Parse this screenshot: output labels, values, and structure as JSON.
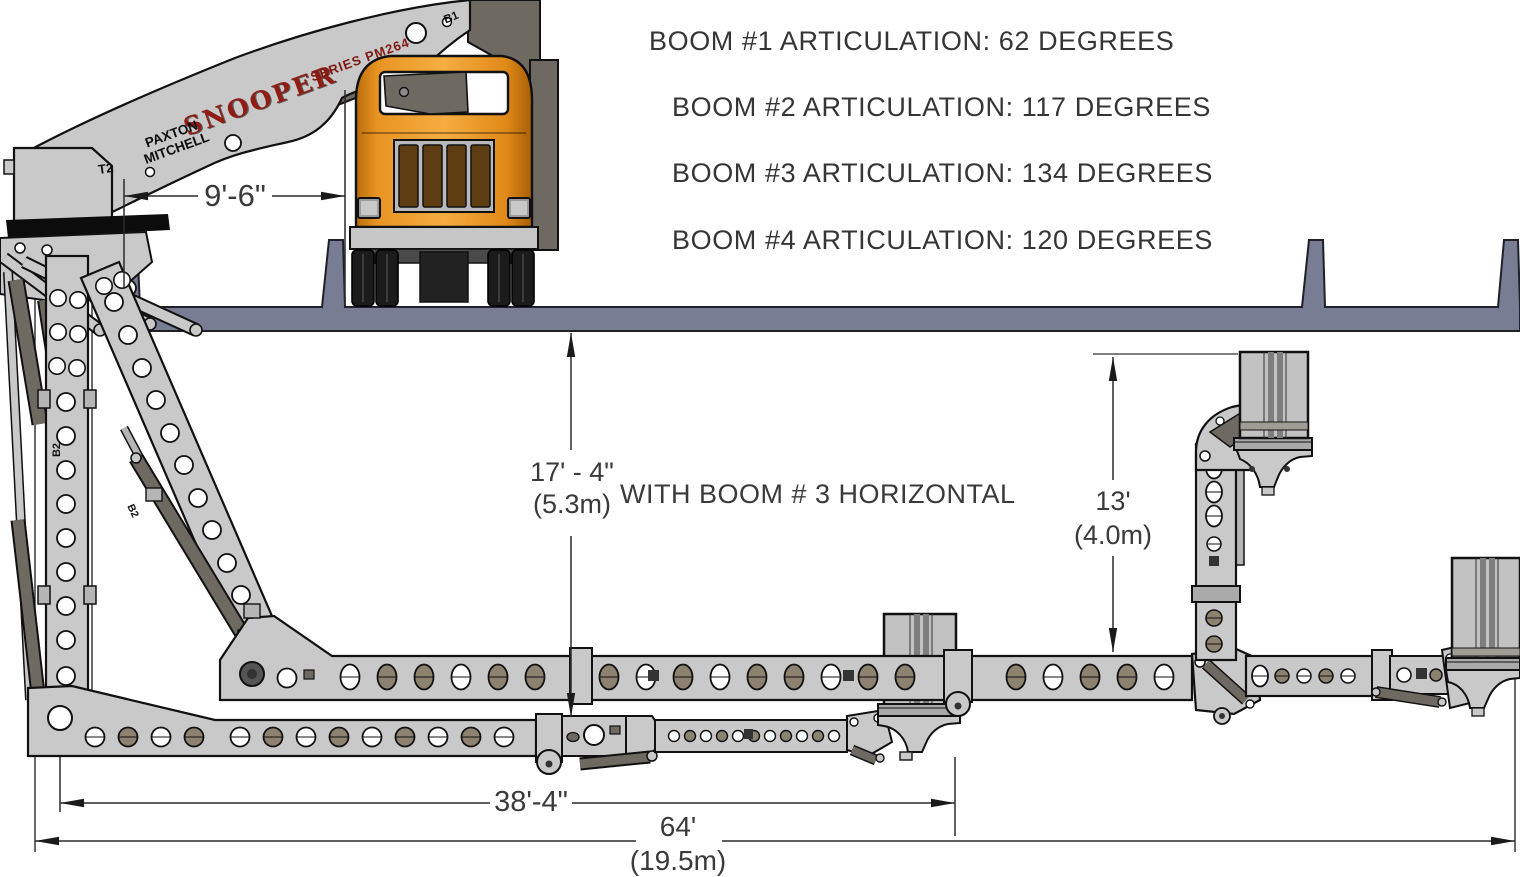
{
  "articulation_notes": {
    "line1": "BOOM #1 ARTICULATION: 62 DEGREES",
    "line2": "BOOM #2 ARTICULATION: 117 DEGREES",
    "line3": "BOOM #3 ARTICULATION: 134 DEGREES",
    "line4": "BOOM #4 ARTICULATION: 120 DEGREES"
  },
  "articulation_values": [
    {
      "boom": "BOOM #1",
      "degrees": 62
    },
    {
      "boom": "BOOM #2",
      "degrees": 117
    },
    {
      "boom": "BOOM #3",
      "degrees": 134
    },
    {
      "boom": "BOOM #4",
      "degrees": 120
    }
  ],
  "dimensions": {
    "deck_to_truck": "9'-6\"",
    "depth_below_deck_ft": "17' - 4\"",
    "depth_below_deck_m": "(5.3m)",
    "depth_condition_note": "WITH BOOM # 3 HORIZONTAL",
    "up_reach_ft": "13'",
    "up_reach_m": "(4.0m)",
    "boom3_reach": "38'-4\"",
    "total_reach_ft": "64'",
    "total_reach_m": "(19.5m)"
  },
  "machine_decals": {
    "brand": "SNOOPER",
    "maker_line1": "PAXTON",
    "maker_line2": "MITCHELL",
    "series": "SERIES PM264",
    "turret_label": "T2",
    "boom1_label": "B1",
    "boom2_label": "B2",
    "boom2_alt_label": "B2"
  },
  "colors": {
    "truck_orange": "#E8921E",
    "machine_silver": "#C9C9C9",
    "dark_steel": "#6E6A62",
    "bridge_deck": "#787D93",
    "decal_red": "#8F1D15",
    "annotation_text": "#353535"
  }
}
